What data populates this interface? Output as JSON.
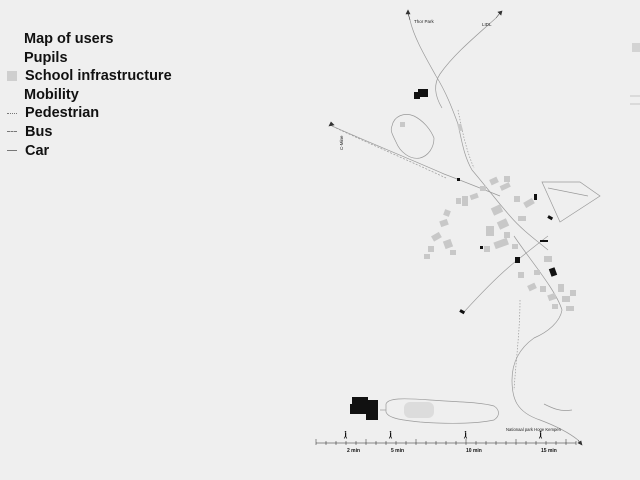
{
  "legend": {
    "title": "Map of users",
    "items": [
      {
        "label": "Pupils",
        "symbol": "none"
      },
      {
        "label": "School infrastructure",
        "symbol": "box",
        "color": "#cfcfcf"
      },
      {
        "label": "Mobility",
        "symbol": "none"
      },
      {
        "label": "Pedestrian",
        "symbol": "dot",
        "color": "#888888"
      },
      {
        "label": "Bus",
        "symbol": "dash",
        "color": "#888888"
      },
      {
        "label": "Car",
        "symbol": "line",
        "color": "#888888"
      }
    ]
  },
  "map_labels": {
    "thor_park": "Thor Park",
    "lidl": "LIDL",
    "c_mine": "C-Mine",
    "national_park": "Nationaal park Hoge Kempen"
  },
  "scale_bar": {
    "ticks": [
      "2 min",
      "5 min",
      "10 min",
      "15 min"
    ]
  },
  "colors": {
    "background": "#efefef",
    "buildings": "#c8c8c8",
    "schools": "#111111",
    "roads": "#9a9a9a"
  }
}
